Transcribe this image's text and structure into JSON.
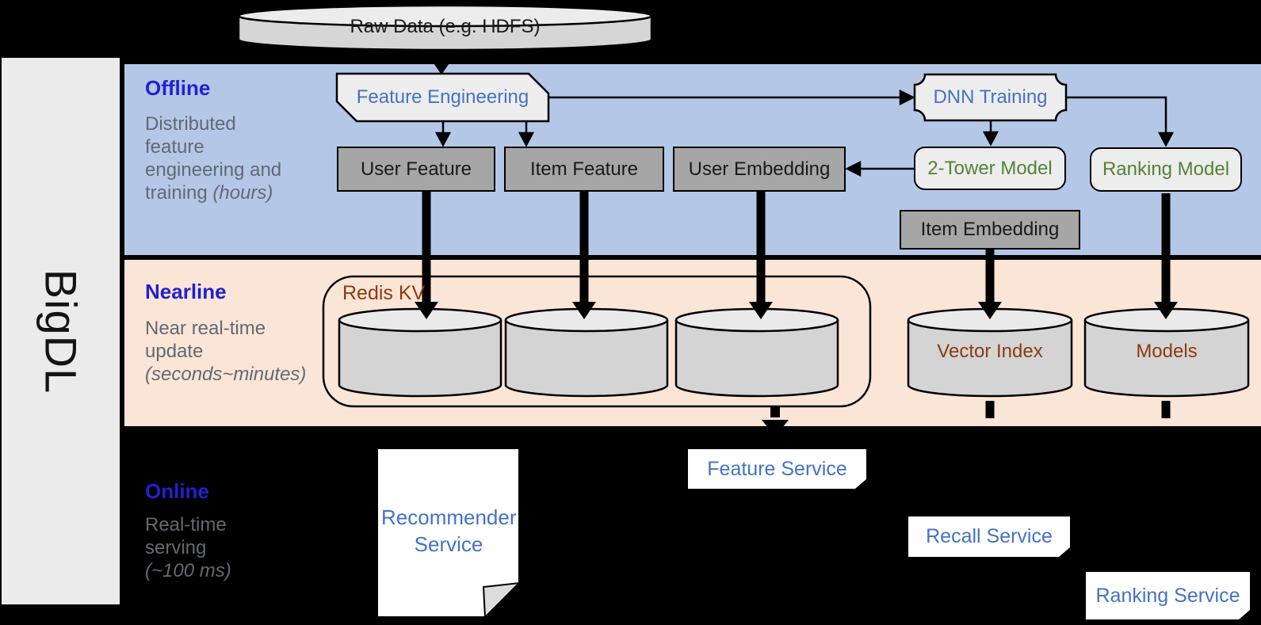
{
  "brand": {
    "name": "BigDL"
  },
  "raw_data": {
    "label": "Raw Data (e.g. HDFS)"
  },
  "sections": {
    "offline": {
      "title": "Offline",
      "description": [
        "Distributed",
        "feature",
        "engineering and"
      ],
      "description_tail": "training ",
      "description_italic": "(hours)"
    },
    "nearline": {
      "title": "Nearline",
      "description": [
        "Near real-time",
        "update"
      ],
      "description_italic": "(seconds~minutes)"
    },
    "online": {
      "title": "Online",
      "description": [
        "Real-time",
        "serving"
      ],
      "description_italic": "(~100 ms)"
    }
  },
  "nodes": {
    "feature_engineering": "Feature Engineering",
    "dnn_training": "DNN Training",
    "user_feature": "User Feature",
    "item_feature": "Item Feature",
    "user_embedding": "User Embedding",
    "two_tower_model": "2-Tower Model",
    "ranking_model": "Ranking Model",
    "item_embedding": "Item Embedding"
  },
  "storage": {
    "redis_kv": "Redis KV",
    "vector_index": "Vector Index",
    "models": "Models"
  },
  "services": {
    "recommender": "Recommender Service",
    "feature": "Feature Service",
    "recall": "Recall Service",
    "ranking": "Ranking Service"
  },
  "colors": {
    "offline_band": "#b4c7e7",
    "nearline_band": "#fbe5d6",
    "background": "#000000",
    "dark_node": "#a6a6a6",
    "light_node": "#ededed",
    "cylinder": "#d4d4d4",
    "blue_label": "#4472c4",
    "green_label": "#548235",
    "brown_label": "#8c3a0e",
    "section_title_blue": "#2121ce",
    "section_desc_gray": "#616a74"
  }
}
